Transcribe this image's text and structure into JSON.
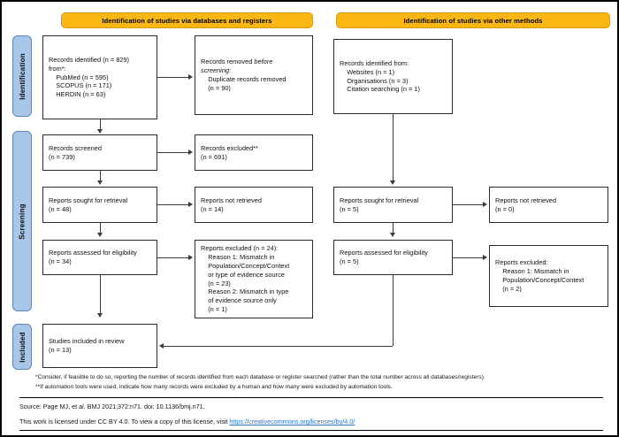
{
  "diagram": {
    "type": "PRISMA 2020 flow diagram",
    "headers": {
      "left": "Identification of studies via databases and registers",
      "right": "Identification of studies via other methods"
    },
    "stages": [
      {
        "id": "identification",
        "label": "Identification"
      },
      {
        "id": "screening",
        "label": "Screening"
      },
      {
        "id": "included",
        "label": "Included"
      }
    ],
    "left_column": {
      "records_identified": "Records identified (n = 829)\nfrom*:\n    PubMed (n = 595)\n    SCOPUS (n = 171)\n    HERDIN (n = 63)",
      "records_removed_line1": "Records removed ",
      "records_removed_italic": "before",
      "records_removed_line2": "screening",
      "records_removed_rest": ":\n    Duplicate records removed\n    (n = 90)",
      "records_screened": "Records screened\n(n = 739)",
      "records_excluded": "Records excluded**\n(n = 691)",
      "reports_sought": "Reports sought for retrieval\n(n = 48)",
      "reports_not_retrieved": "Reports not retrieved\n(n = 14)",
      "reports_assessed": "Reports assessed for eligibility\n(n = 34)",
      "reports_excluded": "Reports excluded (n = 24):\n    Reason 1: Mismatch in\n    Population/Concept/Context\n    or type of evidence source\n    (n = 23)\n    Reason 2: Mismatch in type\n    of evidence source only\n    (n = 1)",
      "studies_included": "Studies included in review\n(n = 13)"
    },
    "right_column": {
      "records_identified": "Records identified from:\n    Websites (n = 1)\n    Organisations (n = 3)\n    Citation searching (n = 1)",
      "reports_sought": "Reports sought for retrieval\n(n = 5)",
      "reports_not_retrieved": "Reports not retrieved\n(n = 0)",
      "reports_assessed": "Reports assessed for eligibility\n(n = 5)",
      "reports_excluded": "Reports excluded:\n    Reason 1: Mismatch in\n    Population/Concept/Context\n    (n = 2)"
    }
  },
  "footnotes": {
    "single_star": "*Consider, if feasible to do so, reporting the number of records identified from each database or register searched (rather than the total number across all databases/registers).",
    "double_star": "**If automation tools were used, indicate how many records were excluded by a human and how many were excluded by automation tools."
  },
  "source_line": "Source: Page MJ, et al. BMJ 2021;372:n71. doi: 10.1136/bmj.n71.",
  "license": {
    "prefix": "This work is licensed under CC BY 4.0. To view a copy of this license, visit ",
    "link_text": "https://creativecommons.org/licenses/by/4.0/"
  },
  "colors": {
    "header_fill": "#fbb713",
    "stage_fill": "#a8c6e8",
    "box_border": "#2b2b2b",
    "link": "#2a72c8"
  }
}
